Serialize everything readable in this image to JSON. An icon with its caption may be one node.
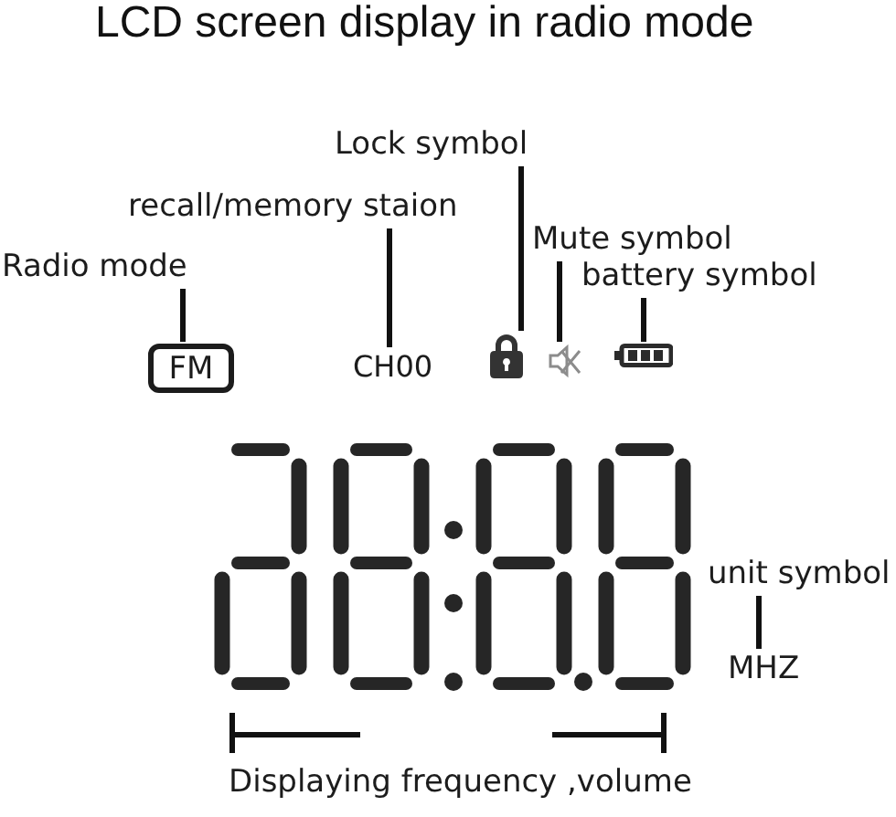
{
  "diagram": {
    "title": "LCD screen display in radio mode",
    "nodes": [
      {
        "text": [
          "Lock symbol"
        ]
      },
      {
        "text": [
          "recall/memory staion"
        ]
      },
      {
        "text": [
          "Mute symbol"
        ]
      },
      {
        "text": [
          "Radio mode"
        ]
      },
      {
        "text": [
          "battery symbol"
        ]
      },
      {
        "text": [
          "FM"
        ]
      },
      {
        "text": [
          "CH00"
        ]
      },
      {
        "text": [],
        "shape": "picture"
      },
      {
        "text": [],
        "shape": "picture"
      },
      {
        "text": [],
        "shape": "picture"
      },
      {
        "text": [
          "unit symbol"
        ]
      },
      {
        "text": [
          "MHZ"
        ]
      }
    ],
    "edges": [
      {
        "from": 3,
        "to": 5,
        "arrow": "none"
      },
      {
        "from": 1,
        "to": 6,
        "arrow": "none"
      },
      {
        "from": 0,
        "to": 7,
        "arrow": "none"
      },
      {
        "from": 2,
        "to": 8,
        "arrow": "none"
      },
      {
        "from": 4,
        "to": 9,
        "arrow": "none"
      },
      {
        "from": 10,
        "to": 11,
        "arrow": "none"
      }
    ],
    "labels": [
      "Displaying frequency ,volume"
    ]
  }
}
